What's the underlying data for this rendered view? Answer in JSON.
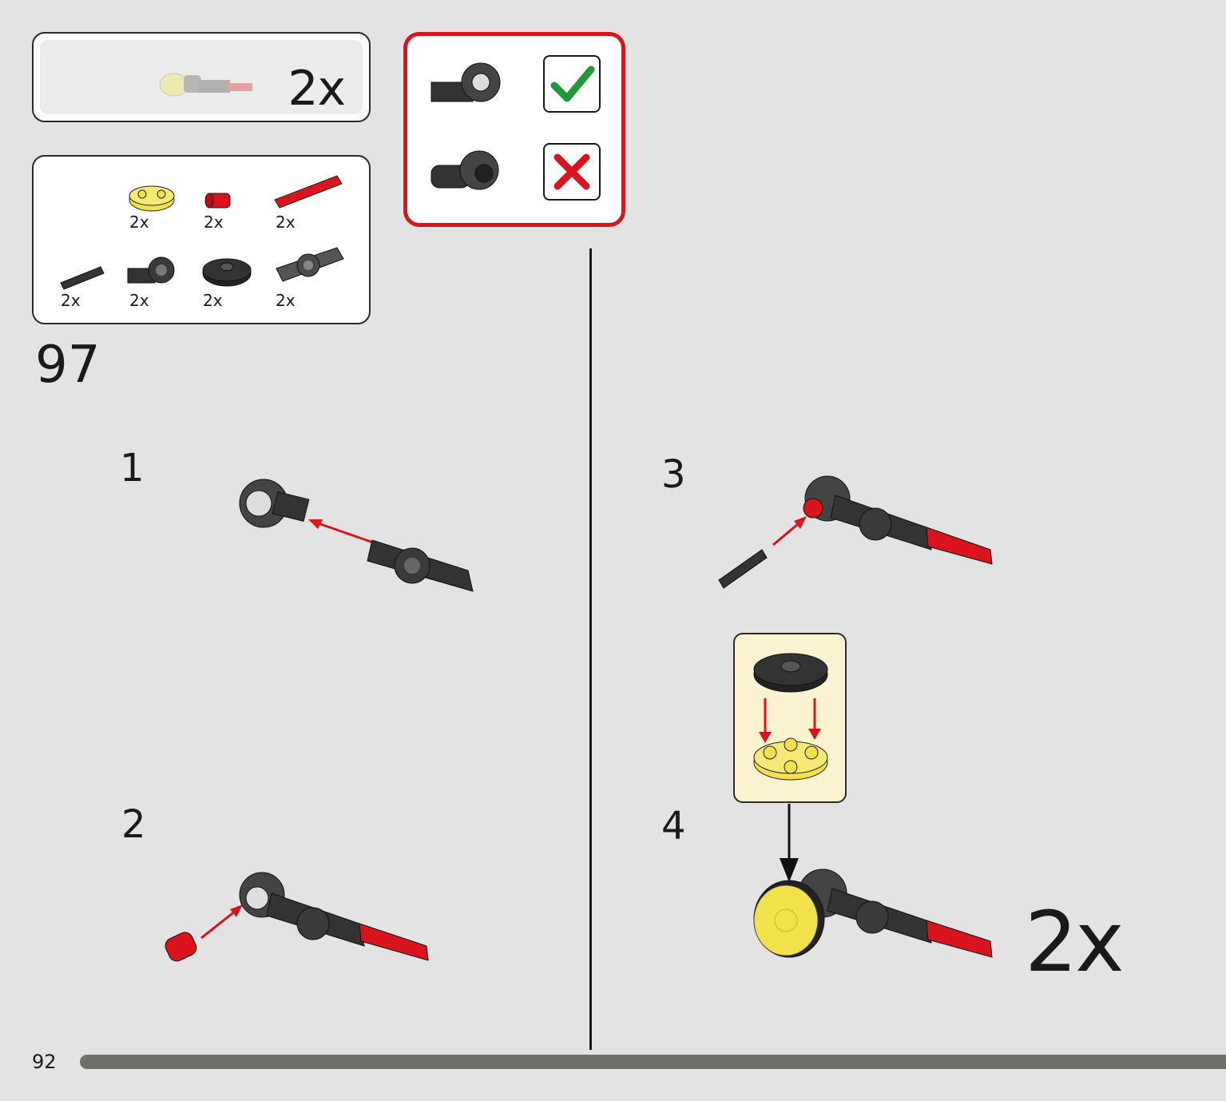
{
  "submodel": {
    "quantity": "2x"
  },
  "parts": [
    {
      "name": "round-plate-trans-yellow",
      "quantity": "2x"
    },
    {
      "name": "bush-red",
      "quantity": "2x"
    },
    {
      "name": "axle-pin-red",
      "quantity": "2x"
    },
    {
      "name": "axle-pin-black",
      "quantity": "2x"
    },
    {
      "name": "axle-connector-angle-black",
      "quantity": "2x"
    },
    {
      "name": "round-tile-black",
      "quantity": "2x"
    },
    {
      "name": "connector-dark-gray",
      "quantity": "2x"
    }
  ],
  "step": {
    "number": "97"
  },
  "substeps": [
    "1",
    "2",
    "3",
    "4"
  ],
  "final": {
    "quantity": "2x"
  },
  "page": {
    "number": "92",
    "progress": 0.93
  },
  "colors": {
    "background": "#e3e3e3",
    "callout_border": "#d9141c",
    "check": "#1f9a3a",
    "cross": "#d9141c",
    "arrow": "#d9141c",
    "sub_callout": "#fbf3cf"
  }
}
